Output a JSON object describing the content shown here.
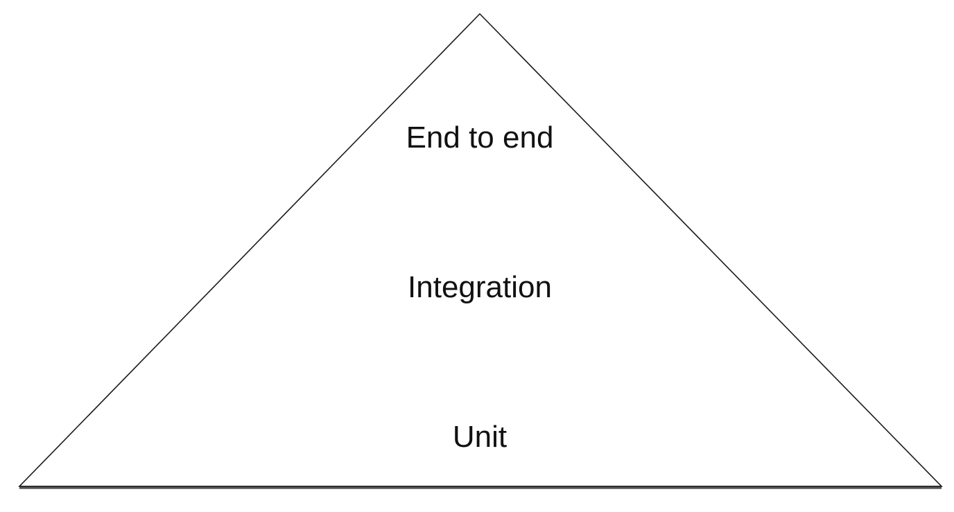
{
  "diagram": {
    "tiers": [
      {
        "label": "End to end"
      },
      {
        "label": "Integration"
      },
      {
        "label": "Unit"
      }
    ]
  }
}
